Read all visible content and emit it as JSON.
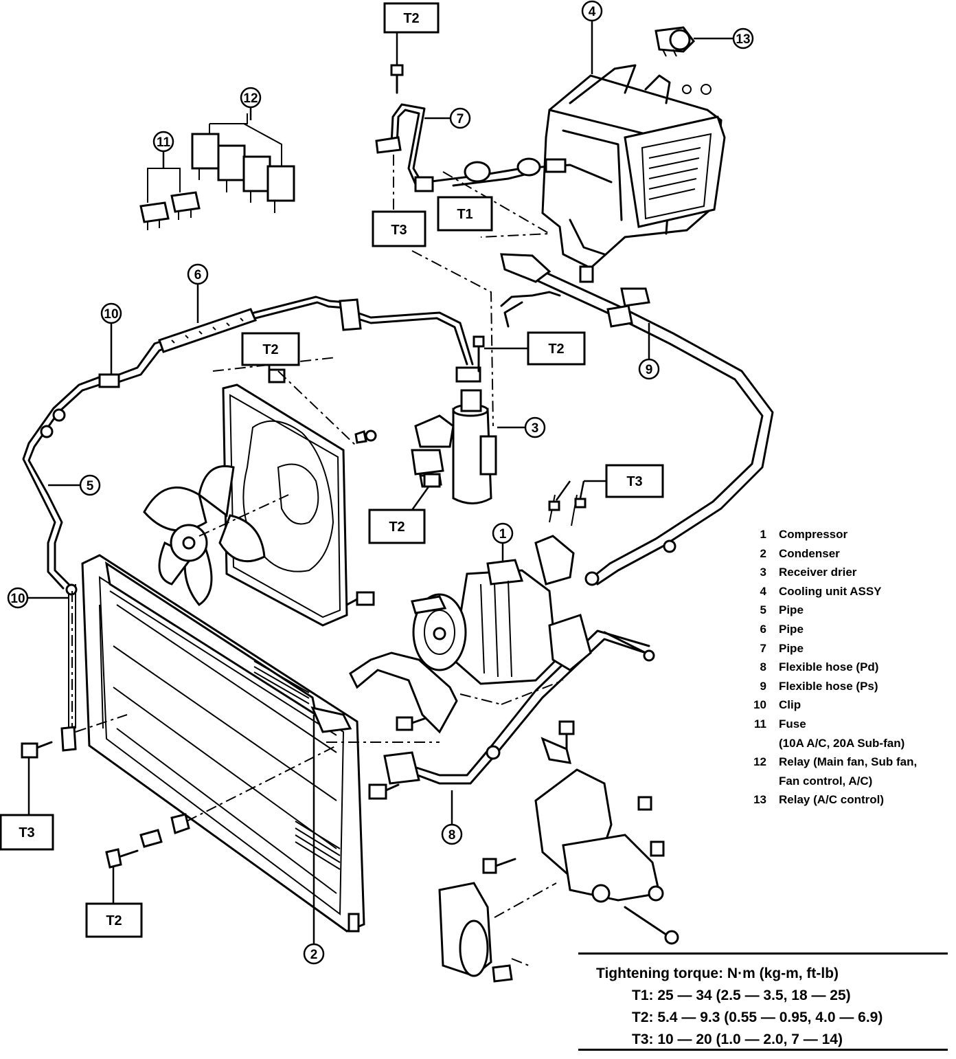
{
  "legend": {
    "items": [
      {
        "num": "1",
        "text": "Compressor"
      },
      {
        "num": "2",
        "text": "Condenser"
      },
      {
        "num": "3",
        "text": "Receiver drier"
      },
      {
        "num": "4",
        "text": "Cooling unit ASSY"
      },
      {
        "num": "5",
        "text": "Pipe"
      },
      {
        "num": "6",
        "text": "Pipe"
      },
      {
        "num": "7",
        "text": "Pipe"
      },
      {
        "num": "8",
        "text": "Flexible hose (Pd)"
      },
      {
        "num": "9",
        "text": "Flexible hose (Ps)"
      },
      {
        "num": "10",
        "text": "Clip"
      },
      {
        "num": "11",
        "text": "Fuse"
      },
      {
        "num": "",
        "text": "(10A A/C, 20A Sub-fan)"
      },
      {
        "num": "12",
        "text": "Relay (Main fan, Sub fan,"
      },
      {
        "num": "",
        "text": "Fan control, A/C)"
      },
      {
        "num": "13",
        "text": "Relay (A/C control)"
      }
    ]
  },
  "torque": {
    "title": "Tightening torque:  N·m (kg-m, ft-lb)",
    "rows": [
      "T1:  25 — 34 (2.5 — 3.5, 18 — 25)",
      "T2:  5.4 — 9.3 (0.55 — 0.95, 4.0 — 6.9)",
      "T3:  10 — 20 (1.0 — 2.0, 7 — 14)"
    ]
  },
  "tags": {
    "t1": "T1",
    "t2": "T2",
    "t3": "T3"
  },
  "callouts": {
    "c1": "1",
    "c2": "2",
    "c3": "3",
    "c4": "4",
    "c5": "5",
    "c6": "6",
    "c7": "7",
    "c8": "8",
    "c9": "9",
    "c10": "10",
    "c11": "11",
    "c12": "12",
    "c13": "13"
  }
}
